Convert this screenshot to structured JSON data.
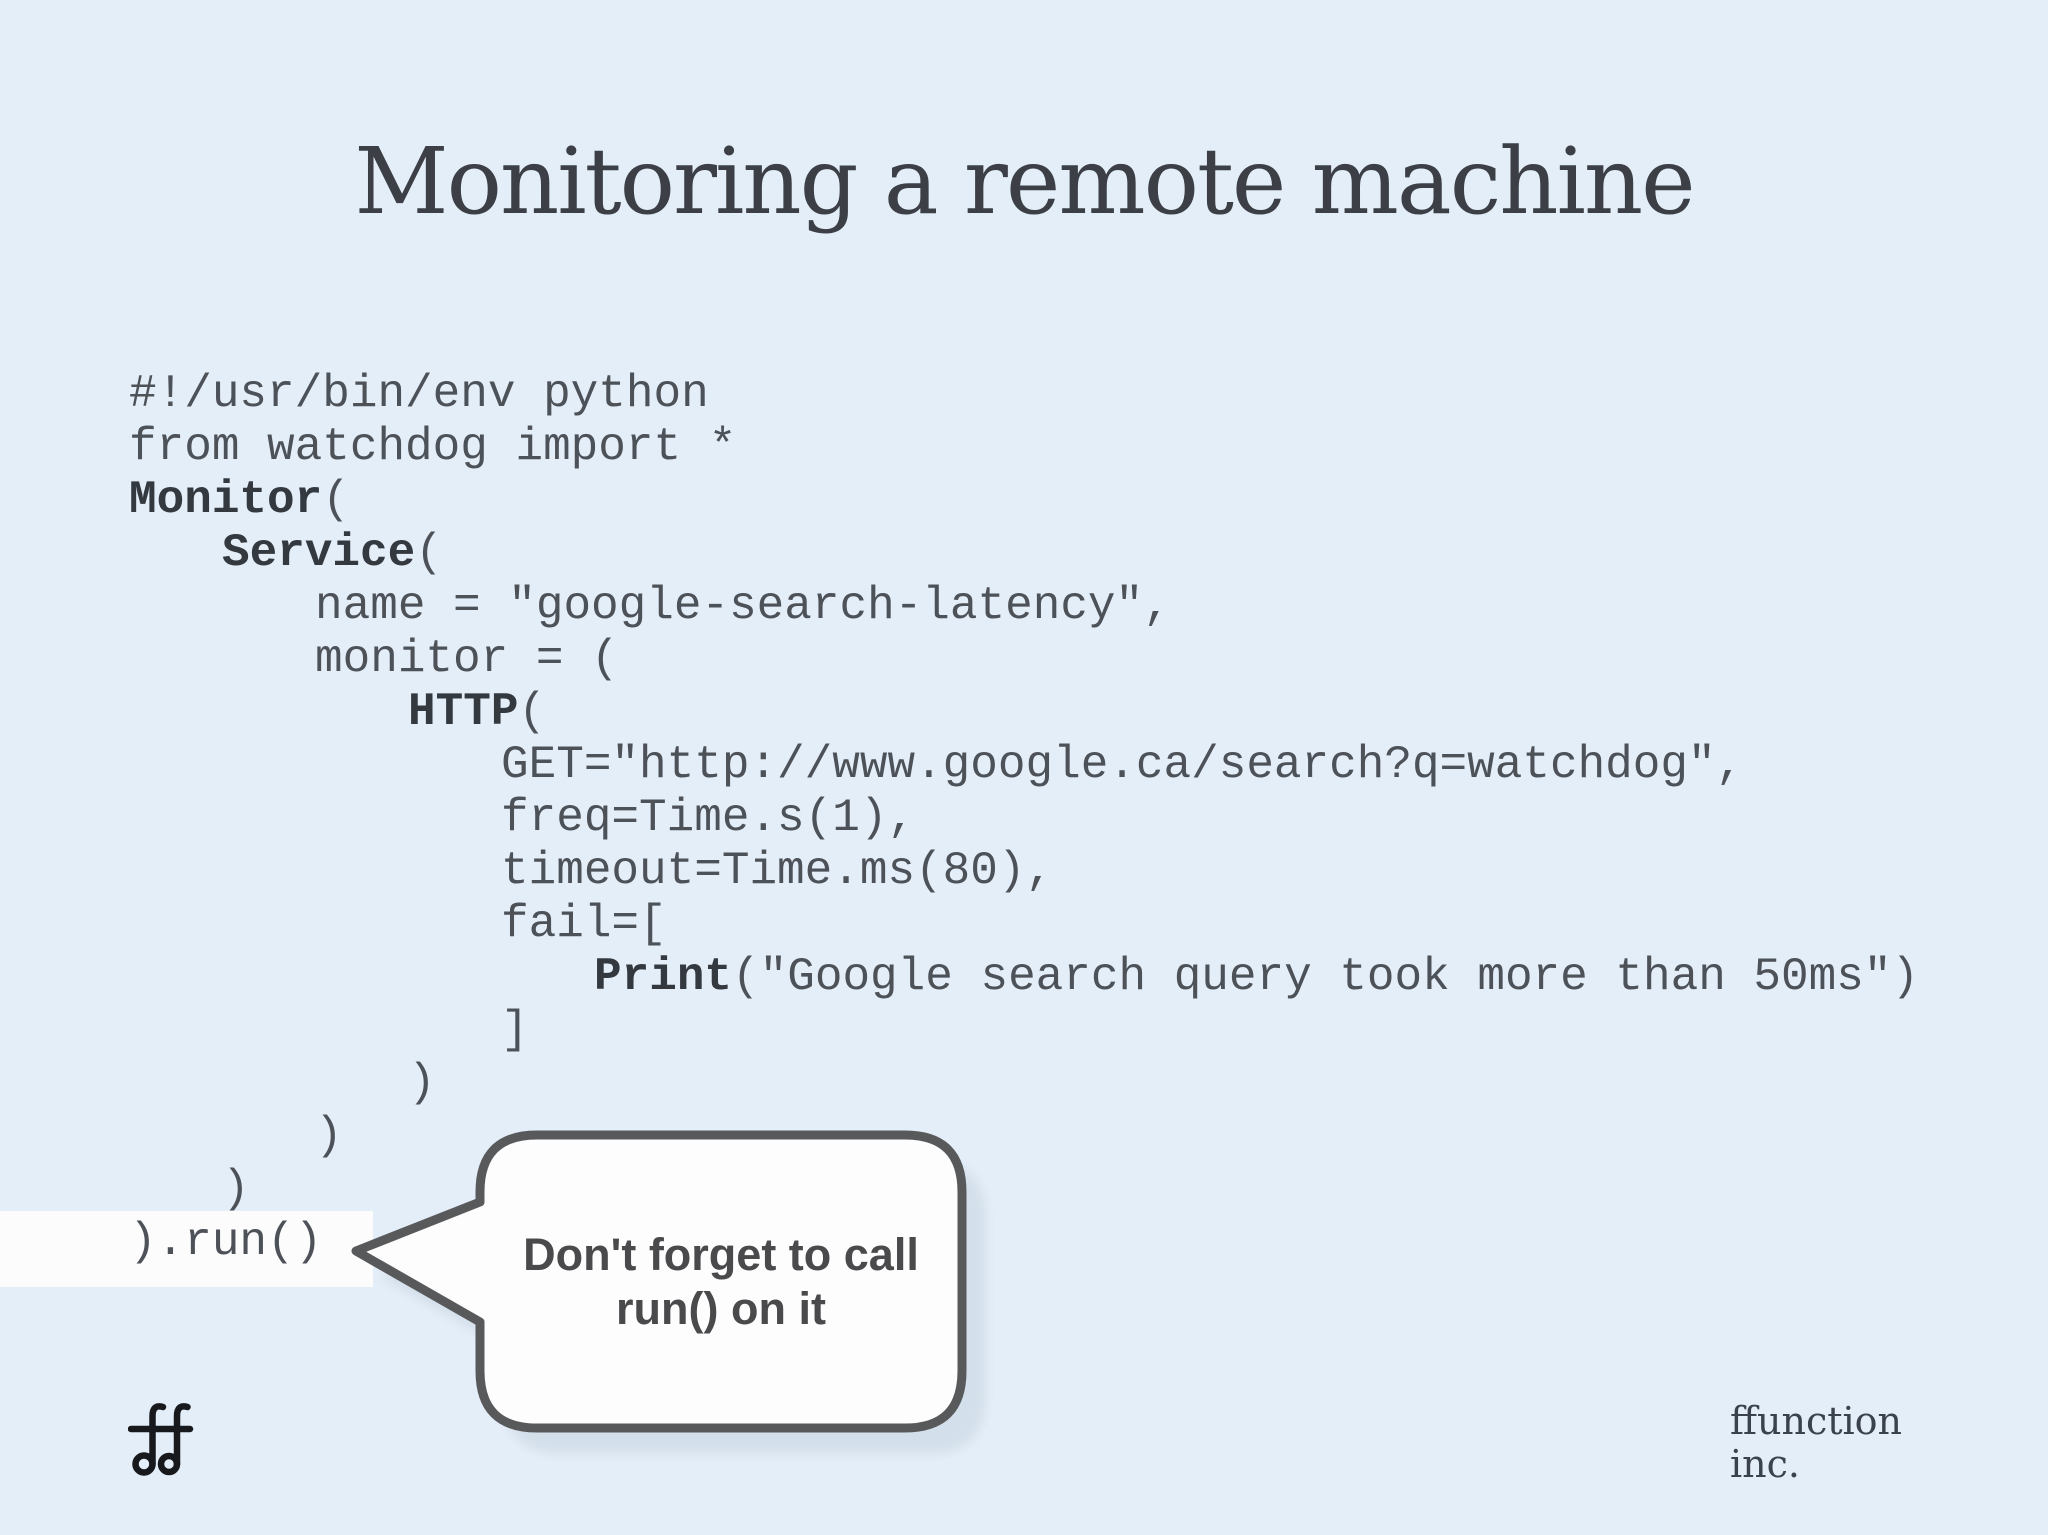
{
  "slide": {
    "title": "Monitoring a remote machine",
    "background_color": "#e4eef9",
    "title_color": "#3c4046"
  },
  "code": {
    "text_color": "#4d5158",
    "bold_color": "#343940",
    "highlight_band_color": "#fcfcfd",
    "lines": [
      [
        {
          "t": "#!/usr/bin/env python"
        }
      ],
      [
        {
          "t": "from watchdog import *"
        }
      ],
      [
        {
          "t": "Monitor",
          "b": true
        },
        {
          "t": "("
        }
      ],
      [
        {
          "t": "\t"
        },
        {
          "t": "Service",
          "b": true
        },
        {
          "t": "("
        }
      ],
      [
        {
          "t": "\t\tname = \"google-search-latency\","
        }
      ],
      [
        {
          "t": "\t\tmonitor = ("
        }
      ],
      [
        {
          "t": "\t\t\t"
        },
        {
          "t": "HTTP",
          "b": true
        },
        {
          "t": "("
        }
      ],
      [
        {
          "t": "\t\t\t\tGET=\"http://www.google.ca/search?q=watchdog\","
        }
      ],
      [
        {
          "t": "\t\t\t\tfreq=Time.s(1),"
        }
      ],
      [
        {
          "t": "\t\t\t\ttimeout=Time.ms(80),"
        }
      ],
      [
        {
          "t": "\t\t\t\tfail=["
        }
      ],
      [
        {
          "t": "\t\t\t\t\t"
        },
        {
          "t": "Print",
          "b": true
        },
        {
          "t": "(\"Google search query took more than 50ms\")"
        }
      ],
      [
        {
          "t": "\t\t\t\t]"
        }
      ],
      [
        {
          "t": "\t\t\t)"
        }
      ],
      [
        {
          "t": "\t\t)"
        }
      ],
      [
        {
          "t": "\t)"
        }
      ],
      [
        {
          "t": ").run()"
        }
      ]
    ]
  },
  "callout": {
    "line1": "Don't forget to call",
    "line2": "run() on it",
    "fill_color": "#fdfdfe",
    "border_color": "#58595b",
    "shadow_color": "#d2dee9",
    "text_color": "#4a4a4c"
  },
  "footer": {
    "logo_icon": "ffunction-logo",
    "company_line1": "ffunction",
    "company_line2": "inc.",
    "text_color": "#3a434d"
  }
}
